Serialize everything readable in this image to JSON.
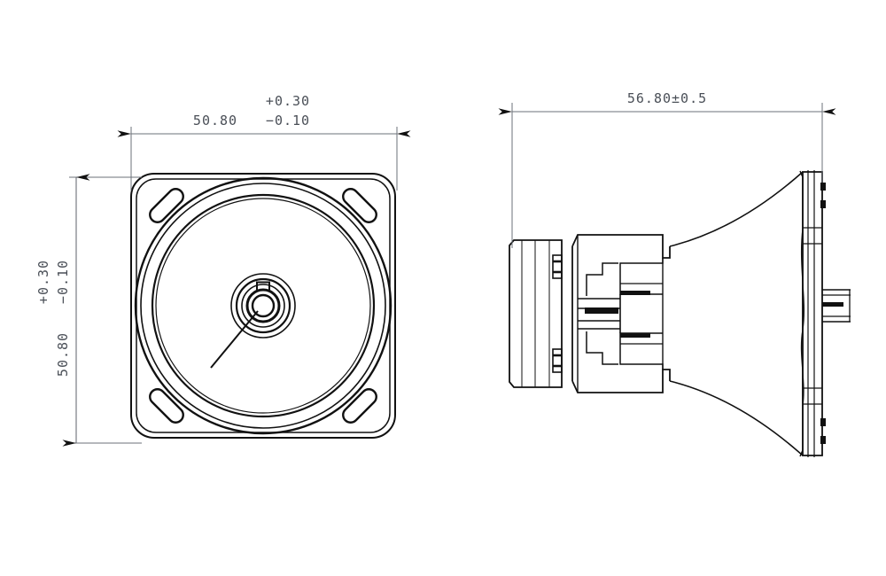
{
  "drawing": {
    "title": "Square flange motor outline drawing",
    "background_color": "#ffffff",
    "line_color": "#111111",
    "dimension_line_color": "#6b7078",
    "dimension_text_color": "#4a4f57"
  },
  "dimensions": {
    "width": {
      "nominal": "50.80",
      "tol_plus": "+0.30",
      "tol_minus": "−0.10",
      "orientation": "horizontal",
      "applies_to": "front-view-flange-width"
    },
    "height": {
      "nominal": "50.80",
      "tol_plus": "+0.30",
      "tol_minus": "−0.10",
      "orientation": "vertical",
      "applies_to": "front-view-flange-height"
    },
    "length": {
      "nominal": "56.80",
      "tolerance": "±0.5",
      "combined": "56.80±0.5",
      "orientation": "horizontal",
      "applies_to": "side-view-overall-length"
    }
  },
  "views": {
    "front": {
      "name": "Front view",
      "features": [
        "square-flange-rounded-corners",
        "four-corner-slotted-holes",
        "outer-bearing-circle",
        "inner-body-circle",
        "central-hub",
        "shaft-bore",
        "keyway-notch",
        "leader-line"
      ]
    },
    "side": {
      "name": "Side view",
      "features": [
        "rear-end-cap",
        "connector-terminals",
        "gearbox-bracket",
        "tapered-motor-body",
        "front-mounting-plate",
        "output-shaft"
      ]
    }
  }
}
